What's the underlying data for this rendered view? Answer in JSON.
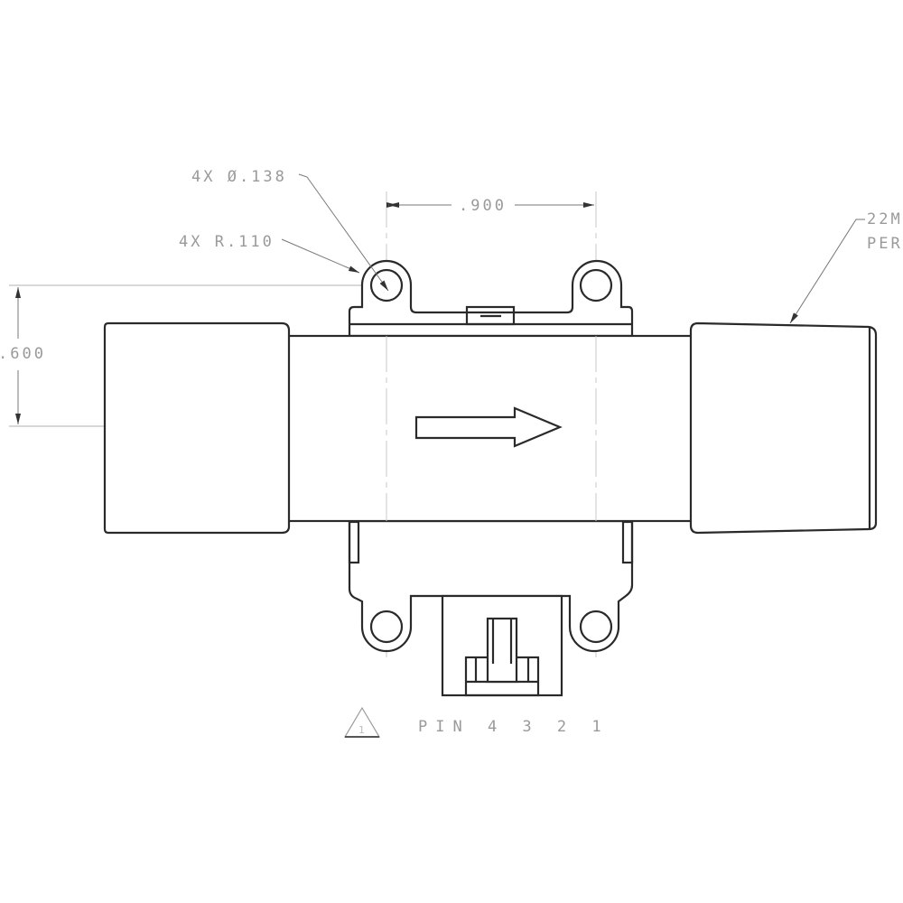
{
  "drawing": {
    "hole_callout": "4X Ø.138",
    "radius_callout": "4X R.110",
    "horizontal_dimension": ".900",
    "vertical_dimension": ".600",
    "right_note_line1": "22M",
    "right_note_line2": "PER",
    "pin_label": "PIN 4 3 2 1",
    "datum_triangle_label": "1",
    "flow_direction": "right"
  }
}
